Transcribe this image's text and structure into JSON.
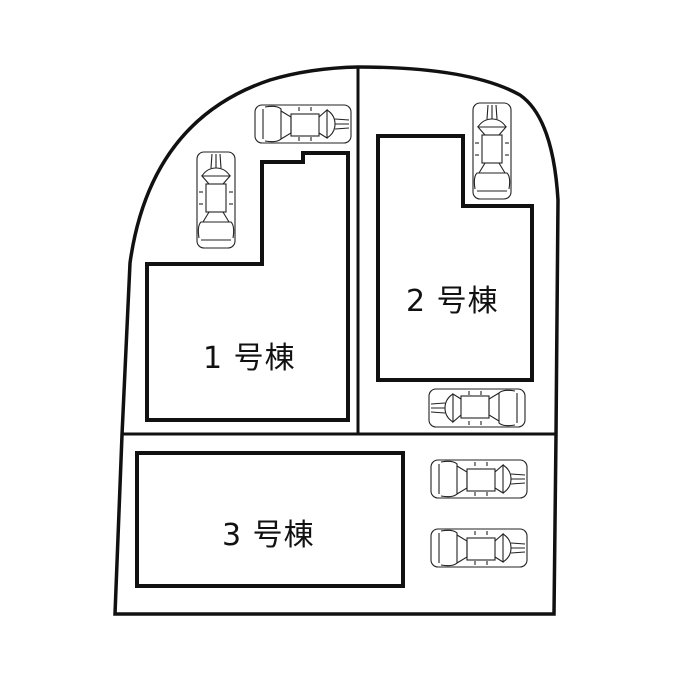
{
  "diagram": {
    "type": "site-plan",
    "colors": {
      "line": "#111111",
      "background": "#ffffff"
    },
    "buildings": [
      {
        "id": 1,
        "label": "1 号棟"
      },
      {
        "id": 2,
        "label": "2 号棟"
      },
      {
        "id": 3,
        "label": "3 号棟"
      }
    ],
    "parking": {
      "lot1_cars": 2,
      "lot2_cars": 2,
      "lot3_cars": 2
    }
  }
}
